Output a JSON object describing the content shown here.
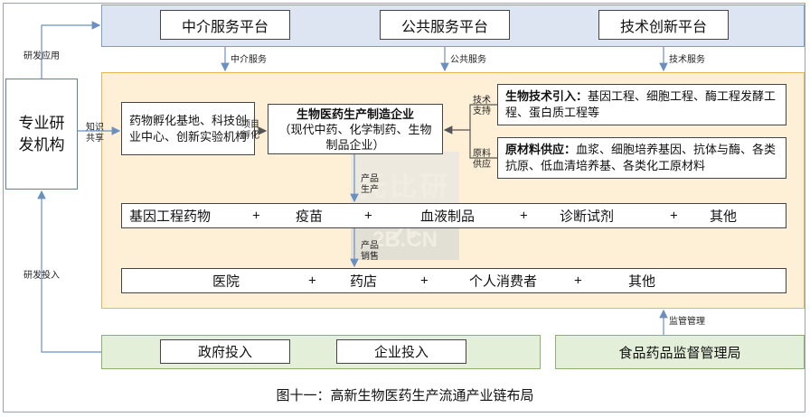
{
  "platforms": [
    "中介服务平台",
    "公共服务平台",
    "技术创新平台"
  ],
  "platform_arrow_labels": [
    "中介服务",
    "公共服务",
    "技术服务"
  ],
  "rd_institution": "专业研发机构",
  "label_rd_application": "研发应用",
  "label_rd_investment": "研发投入",
  "label_knowledge_share": "知识共享",
  "incubator": "药物孵化基地、科技创业中心、创新实验机构",
  "label_project_incubation": "项目孵化",
  "manufacturer_title": "生物医药生产制造企业",
  "manufacturer_sub": "（现代中药、化学制药、生物制品企业）",
  "label_tech_support": "技术支持",
  "label_material_supply": "原料供应",
  "biotech_title": "生物技术引入：",
  "biotech_text": "基因工程、细胞工程、酶工程发酵工程、蛋白质工程等",
  "material_title": "原材料供应：",
  "material_text": "血浆、细胞培养基因、抗体与酶、各类抗原、低血清培养基、各类化工原材料",
  "label_product_production": "产品生产",
  "label_product_sales": "产品销售",
  "products": [
    "基因工程药物",
    "疫苗",
    "血液制品",
    "诊断试剂",
    "其他"
  ],
  "channels": [
    "医院",
    "药店",
    "个人消费者",
    "其他"
  ],
  "plus": "+",
  "investments": [
    "政府投入",
    "企业投入"
  ],
  "regulator": "食品药品监督管理局",
  "label_supervision": "监管管理",
  "watermark_cn": "托比研究",
  "watermark_en": "2B.CN",
  "caption": "图十一：高新生物医药生产流通产业链布局"
}
